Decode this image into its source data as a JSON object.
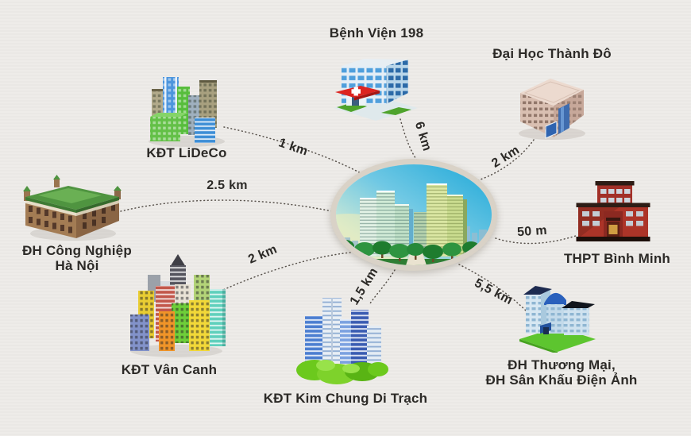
{
  "palette": {
    "background": "#edebe8",
    "text": "#2c2a27",
    "line": "#57514b",
    "ellipse_ring": "#d9d2c7"
  },
  "center": {
    "icon": "apartment-complex-photo"
  },
  "nodes": [
    {
      "id": "benh-vien-198",
      "label": "Bệnh Viện 198",
      "distance": "6 km",
      "icon": "hospital-building-icon"
    },
    {
      "id": "dai-hoc-thanh-do",
      "label": "Đại Học Thành Đô",
      "distance": "2 km",
      "icon": "university-building-icon"
    },
    {
      "id": "thpt-binh-minh",
      "label": "THPT Bình Minh",
      "distance": "50 m",
      "icon": "school-building-icon"
    },
    {
      "id": "dh-thuong-mai",
      "label": "ĐH Thương Mại,",
      "label2": "ĐH Sân Khấu Điện Ảnh",
      "distance": "5,5 km",
      "icon": "college-building-icon"
    },
    {
      "id": "kdt-kim-chung-di-trach",
      "label": "KĐT Kim Chung Di Trạch",
      "distance": "1,5 km",
      "icon": "towers-and-trees-icon"
    },
    {
      "id": "kdt-van-canh",
      "label": "KĐT Vân Canh",
      "distance": "2 km",
      "icon": "colorful-towers-icon"
    },
    {
      "id": "dh-cong-nghiep",
      "label": "ĐH Công Nghiệp",
      "label2": "Hà Nội",
      "distance": "2.5 km",
      "icon": "classic-campus-icon"
    },
    {
      "id": "kdt-lideco",
      "label": "KĐT LiDeCo",
      "distance": "1 km",
      "icon": "highrise-cluster-icon"
    }
  ]
}
